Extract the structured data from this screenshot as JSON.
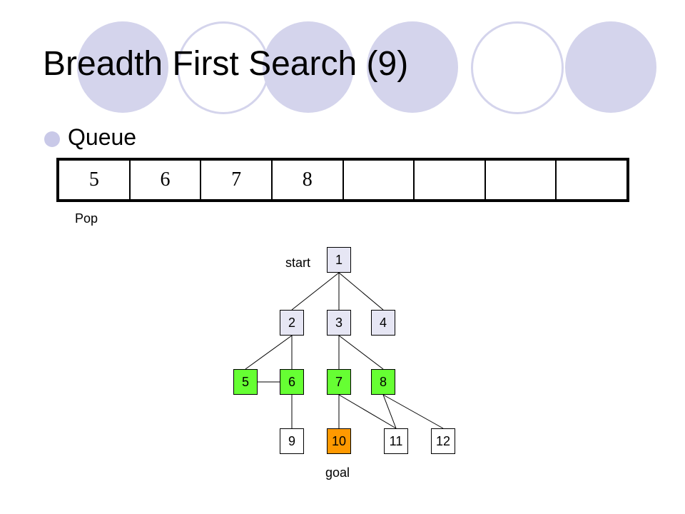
{
  "slide": {
    "title": "Breadth First Search (9)",
    "bullet": "Queue",
    "pop_label": "Pop"
  },
  "queue": {
    "cells": [
      "5",
      "6",
      "7",
      "8",
      "",
      "",
      "",
      ""
    ]
  },
  "tree": {
    "start_label": "start",
    "goal_label": "goal",
    "colors": {
      "default": "#e6e6f4",
      "leaf": "#ffffff",
      "visited": "#66ff33",
      "goal": "#ff9900"
    },
    "nodes": [
      {
        "id": "1",
        "label": "1",
        "state": "default"
      },
      {
        "id": "2",
        "label": "2",
        "state": "default"
      },
      {
        "id": "3",
        "label": "3",
        "state": "default"
      },
      {
        "id": "4",
        "label": "4",
        "state": "default"
      },
      {
        "id": "5",
        "label": "5",
        "state": "visited"
      },
      {
        "id": "6",
        "label": "6",
        "state": "visited"
      },
      {
        "id": "7",
        "label": "7",
        "state": "visited"
      },
      {
        "id": "8",
        "label": "8",
        "state": "visited"
      },
      {
        "id": "9",
        "label": "9",
        "state": "leaf"
      },
      {
        "id": "10",
        "label": "10",
        "state": "goal"
      },
      {
        "id": "11",
        "label": "11",
        "state": "leaf"
      },
      {
        "id": "12",
        "label": "12",
        "state": "leaf"
      }
    ],
    "edges": [
      [
        "1",
        "2"
      ],
      [
        "1",
        "3"
      ],
      [
        "1",
        "4"
      ],
      [
        "2",
        "5"
      ],
      [
        "2",
        "6"
      ],
      [
        "5",
        "6"
      ],
      [
        "3",
        "7"
      ],
      [
        "3",
        "8"
      ],
      [
        "6",
        "9"
      ],
      [
        "7",
        "10"
      ],
      [
        "7",
        "11"
      ],
      [
        "8",
        "11"
      ],
      [
        "8",
        "12"
      ]
    ]
  }
}
